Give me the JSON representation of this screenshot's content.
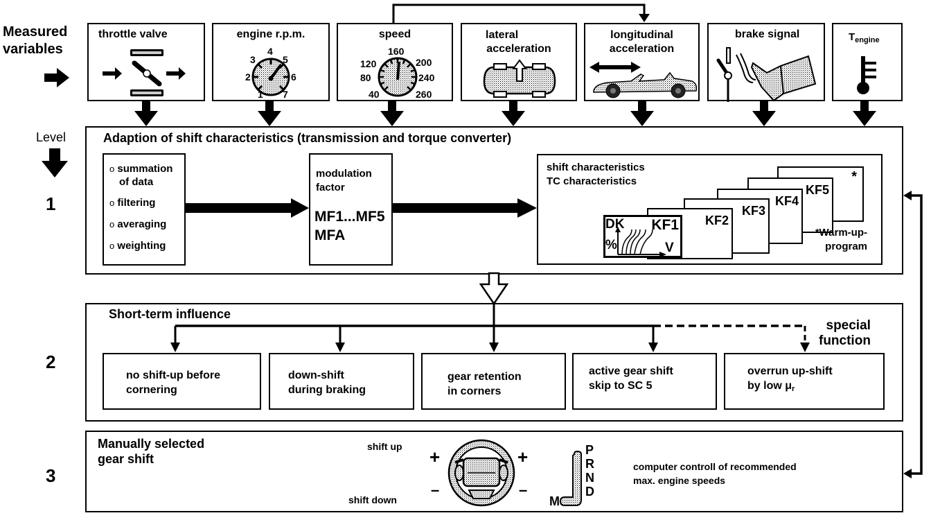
{
  "left_labels": {
    "measured_variables": [
      "Measured",
      "variables"
    ],
    "level": "Level",
    "level_numbers": [
      "1",
      "2",
      "3"
    ]
  },
  "sensors": [
    {
      "label": "throttle valve",
      "icon": "throttle-valve-icon"
    },
    {
      "label": "engine r.p.m.",
      "icon": "tachometer-icon",
      "scale": [
        "1",
        "2",
        "3",
        "4",
        "5",
        "6",
        "7"
      ]
    },
    {
      "label": "speed",
      "icon": "speedometer-icon",
      "scale": [
        "40",
        "80",
        "120",
        "160",
        "200",
        "240",
        "260"
      ]
    },
    {
      "label": "lateral acceleration",
      "lines": [
        "lateral",
        "acceleration"
      ],
      "icon": "car-top-view-icon"
    },
    {
      "label": "longitudinal acceleration",
      "lines": [
        "longitudinal",
        "acceleration"
      ],
      "icon": "car-side-view-icon"
    },
    {
      "label": "brake signal",
      "icon": "brake-pedal-icon"
    },
    {
      "label_main": "T",
      "label_sub": "engine",
      "icon": "thermometer-icon"
    }
  ],
  "level1": {
    "title": "Adaption of shift characteristics (transmission and torque converter)",
    "processing_items": [
      "summation",
      "of data",
      "filtering",
      "averaging",
      "weighting"
    ],
    "bullet": "o",
    "modulation": {
      "label_lines": [
        "modulation",
        "factor"
      ],
      "value_lines": [
        "MF1...MF5",
        "MFA"
      ]
    },
    "characteristics": {
      "title_lines": [
        "shift characteristics",
        "TC characteristics"
      ],
      "maps": [
        "KF1",
        "KF2",
        "KF3",
        "KF4",
        "KF5",
        "*"
      ],
      "axis_y": "DK",
      "axis_y_unit": "%",
      "axis_x": "V",
      "footnote_lines": [
        "*Warm-up-",
        "program"
      ]
    }
  },
  "level2": {
    "title": "Short-term influence",
    "special_function_lines": [
      "special",
      "function"
    ],
    "functions": [
      {
        "lines": [
          "no shift-up before",
          "cornering"
        ]
      },
      {
        "lines": [
          "down-shift",
          "during braking"
        ]
      },
      {
        "lines": [
          "gear retention",
          "in corners"
        ]
      },
      {
        "lines": [
          "active gear shift",
          "skip to SC 5"
        ]
      },
      {
        "lines": [
          "overrun up-shift",
          "by low μ"
        ],
        "subscript": "r"
      }
    ]
  },
  "level3": {
    "title_lines": [
      "Manually selected",
      "gear shift"
    ],
    "shift_up": "shift up",
    "shift_down": "shift down",
    "plus": "+",
    "minus": "–",
    "gate_manual": "M",
    "gate_positions": [
      "P",
      "R",
      "N",
      "D"
    ],
    "description_lines": [
      "computer controll of recommended",
      "max. engine speeds"
    ]
  }
}
